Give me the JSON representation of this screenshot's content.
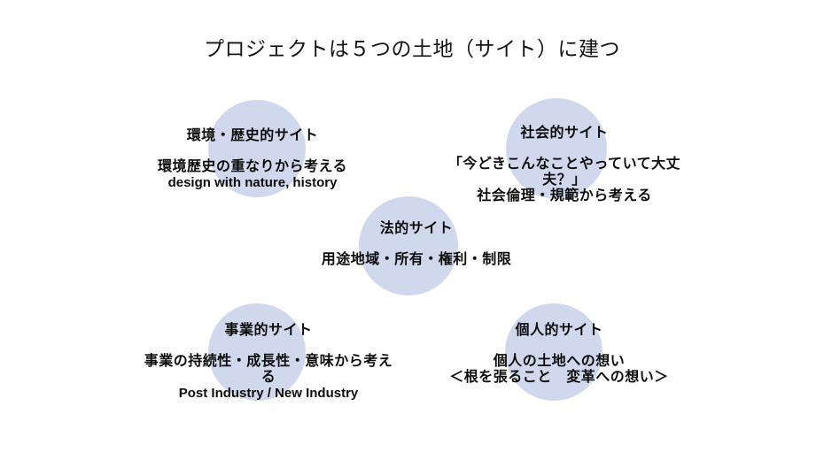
{
  "title": "プロジェクトは５つの土地（サイト）に建つ",
  "colors": {
    "background": "#ffffff",
    "circle_fill": "#cfd8ec",
    "text": "#0d0d0d"
  },
  "sites": [
    {
      "id": "environment-history",
      "title": "環境・歴史的サイト",
      "body": [
        "環境歴史の重なりから考える",
        "design with nature, history"
      ]
    },
    {
      "id": "social",
      "title": "社会的サイト",
      "body": [
        "「今どきこんなことやっていて大丈",
        "夫？」",
        "社会倫理・規範から考える"
      ]
    },
    {
      "id": "legal",
      "title": "法的サイト",
      "body": [
        "用途地域・所有・権利・制限"
      ]
    },
    {
      "id": "business",
      "title": "事業的サイト",
      "body": [
        "事業の持続性・成長性・意味から考え",
        "る",
        "Post Industry / New Industry"
      ]
    },
    {
      "id": "personal",
      "title": "個人的サイト",
      "body": [
        "個人の土地への想い",
        "＜根を張ること　変革への想い＞"
      ]
    }
  ]
}
